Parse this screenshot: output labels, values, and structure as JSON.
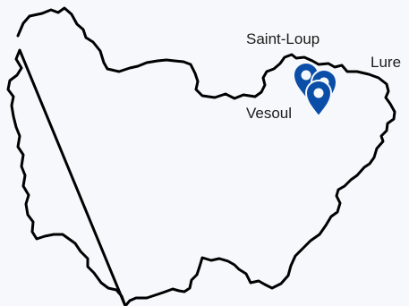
{
  "map": {
    "outline_color": "#000000",
    "marker_color": "#0a4ea8",
    "background": "#f7f8fb",
    "markers": [
      {
        "icon": "map-pin-icon",
        "name": "Saint-Loup"
      },
      {
        "icon": "map-pin-icon",
        "name": "Vesoul"
      },
      {
        "icon": "map-pin-icon",
        "name": "Lure"
      }
    ]
  },
  "labels": {
    "saint_loup": "Saint-Loup",
    "lure": "Lure",
    "vesoul": "Vesoul"
  }
}
